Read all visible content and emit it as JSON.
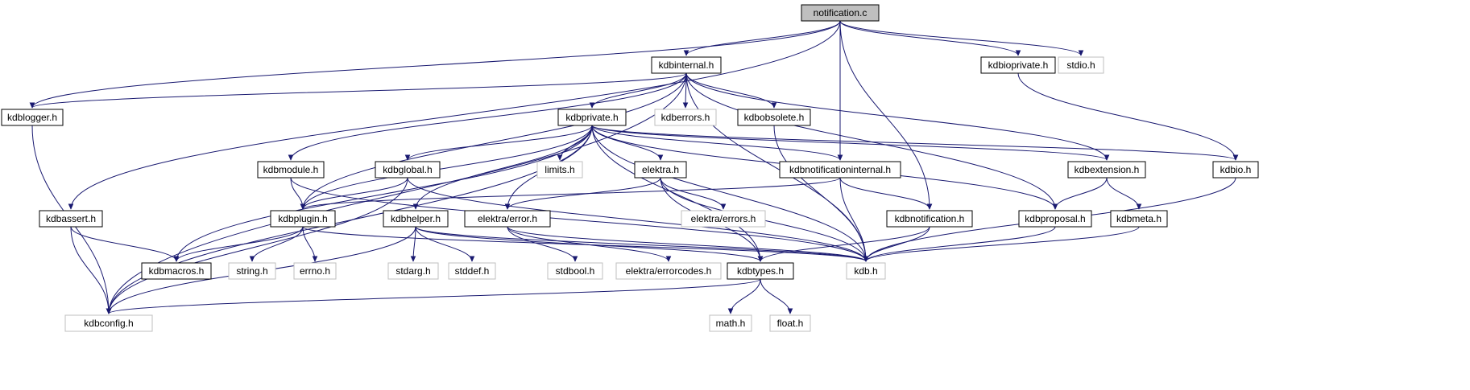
{
  "graph": {
    "title": "notification.c",
    "edge_color": "#191970",
    "nodes": [
      {
        "id": "notification_c",
        "label": "notification.c",
        "style": "root"
      },
      {
        "id": "kdbinternal_h",
        "label": "kdbinternal.h",
        "style": "doc"
      },
      {
        "id": "kdbioprivate_h",
        "label": "kdbioprivate.h",
        "style": "doc"
      },
      {
        "id": "stdio_h",
        "label": "stdio.h",
        "style": "sys"
      },
      {
        "id": "kdblogger_h",
        "label": "kdblogger.h",
        "style": "doc"
      },
      {
        "id": "kdberrors_h",
        "label": "kdberrors.h",
        "style": "sys"
      },
      {
        "id": "kdbobsolete_h",
        "label": "kdbobsolete.h",
        "style": "doc"
      },
      {
        "id": "kdbprivate_h",
        "label": "kdbprivate.h",
        "style": "doc"
      },
      {
        "id": "kdbmodule_h",
        "label": "kdbmodule.h",
        "style": "doc"
      },
      {
        "id": "kdbglobal_h",
        "label": "kdbglobal.h",
        "style": "doc"
      },
      {
        "id": "limits_h",
        "label": "limits.h",
        "style": "sys"
      },
      {
        "id": "elektra_h",
        "label": "elektra.h",
        "style": "doc"
      },
      {
        "id": "kdbnotificationinternal_h",
        "label": "kdbnotificationinternal.h",
        "style": "doc"
      },
      {
        "id": "kdbextension_h",
        "label": "kdbextension.h",
        "style": "doc"
      },
      {
        "id": "kdbio_h",
        "label": "kdbio.h",
        "style": "doc"
      },
      {
        "id": "kdbassert_h",
        "label": "kdbassert.h",
        "style": "doc"
      },
      {
        "id": "kdbplugin_h",
        "label": "kdbplugin.h",
        "style": "doc"
      },
      {
        "id": "kdbhelper_h",
        "label": "kdbhelper.h",
        "style": "doc"
      },
      {
        "id": "elektra_error_h",
        "label": "elektra/error.h",
        "style": "doc"
      },
      {
        "id": "elektra_errors_h",
        "label": "elektra/errors.h",
        "style": "sys"
      },
      {
        "id": "kdbnotification_h",
        "label": "kdbnotification.h",
        "style": "doc"
      },
      {
        "id": "kdbproposal_h",
        "label": "kdbproposal.h",
        "style": "doc"
      },
      {
        "id": "kdbmeta_h",
        "label": "kdbmeta.h",
        "style": "doc"
      },
      {
        "id": "kdbmacros_h",
        "label": "kdbmacros.h",
        "style": "doc"
      },
      {
        "id": "string_h",
        "label": "string.h",
        "style": "sys"
      },
      {
        "id": "errno_h",
        "label": "errno.h",
        "style": "sys"
      },
      {
        "id": "stdarg_h",
        "label": "stdarg.h",
        "style": "sys"
      },
      {
        "id": "stddef_h",
        "label": "stddef.h",
        "style": "sys"
      },
      {
        "id": "stdbool_h",
        "label": "stdbool.h",
        "style": "sys"
      },
      {
        "id": "elektra_errorcodes_h",
        "label": "elektra/errorcodes.h",
        "style": "sys"
      },
      {
        "id": "kdbtypes_h",
        "label": "kdbtypes.h",
        "style": "doc"
      },
      {
        "id": "kdb_h",
        "label": "kdb.h",
        "style": "sys"
      },
      {
        "id": "kdbconfig_h",
        "label": "kdbconfig.h",
        "style": "sys"
      },
      {
        "id": "math_h",
        "label": "math.h",
        "style": "sys"
      },
      {
        "id": "float_h",
        "label": "float.h",
        "style": "sys"
      }
    ],
    "styles": {
      "root": {
        "fill": "#bfbfbf",
        "stroke": "#000000",
        "text": "#000000"
      },
      "doc": {
        "fill": "#ffffff",
        "stroke": "#000000",
        "text": "#000000"
      },
      "sys": {
        "fill": "#ffffff",
        "stroke": "#bfbfbf",
        "text": "#000000"
      }
    },
    "edges": [
      [
        "notification_c",
        "kdbinternal_h"
      ],
      [
        "notification_c",
        "kdbioprivate_h"
      ],
      [
        "notification_c",
        "stdio_h"
      ],
      [
        "notification_c",
        "kdblogger_h"
      ],
      [
        "notification_c",
        "kdbassert_h"
      ],
      [
        "notification_c",
        "kdbnotificationinternal_h"
      ],
      [
        "notification_c",
        "kdbnotification_h"
      ],
      [
        "kdbinternal_h",
        "kdblogger_h"
      ],
      [
        "kdbinternal_h",
        "kdberrors_h"
      ],
      [
        "kdbinternal_h",
        "kdbobsolete_h"
      ],
      [
        "kdbinternal_h",
        "kdbprivate_h"
      ],
      [
        "kdbinternal_h",
        "kdbmodule_h"
      ],
      [
        "kdbinternal_h",
        "kdbplugin_h"
      ],
      [
        "kdbinternal_h",
        "kdbconfig_h"
      ],
      [
        "kdbinternal_h",
        "kdbextension_h"
      ],
      [
        "kdbinternal_h",
        "kdbproposal_h"
      ],
      [
        "kdbinternal_h",
        "kdb_h"
      ],
      [
        "kdbioprivate_h",
        "kdbio_h"
      ],
      [
        "kdblogger_h",
        "kdbconfig_h"
      ],
      [
        "kdbobsolete_h",
        "kdb_h"
      ],
      [
        "kdbprivate_h",
        "kdbmacros_h"
      ],
      [
        "kdbprivate_h",
        "kdbconfig_h"
      ],
      [
        "kdbprivate_h",
        "kdbplugin_h"
      ],
      [
        "kdbprivate_h",
        "kdbglobal_h"
      ],
      [
        "kdbprivate_h",
        "kdbhelper_h"
      ],
      [
        "kdbprivate_h",
        "limits_h"
      ],
      [
        "kdbprivate_h",
        "elektra_error_h"
      ],
      [
        "kdbprivate_h",
        "elektra_h"
      ],
      [
        "kdbprivate_h",
        "kdbtypes_h"
      ],
      [
        "kdbprivate_h",
        "kdb_h"
      ],
      [
        "kdbprivate_h",
        "kdbnotificationinternal_h"
      ],
      [
        "kdbprivate_h",
        "kdbproposal_h"
      ],
      [
        "kdbprivate_h",
        "kdbextension_h"
      ],
      [
        "kdbprivate_h",
        "kdbio_h"
      ],
      [
        "kdbmodule_h",
        "kdbplugin_h"
      ],
      [
        "kdbmodule_h",
        "kdb_h"
      ],
      [
        "kdbglobal_h",
        "kdbplugin_h"
      ],
      [
        "kdbglobal_h",
        "kdbconfig_h"
      ],
      [
        "kdbglobal_h",
        "kdb_h"
      ],
      [
        "elektra_h",
        "elektra_error_h"
      ],
      [
        "elektra_h",
        "elektra_errors_h"
      ],
      [
        "elektra_h",
        "kdbtypes_h"
      ],
      [
        "elektra_h",
        "kdb_h"
      ],
      [
        "kdbnotificationinternal_h",
        "kdbplugin_h"
      ],
      [
        "kdbnotificationinternal_h",
        "kdbnotification_h"
      ],
      [
        "kdbnotificationinternal_h",
        "kdb_h"
      ],
      [
        "kdbextension_h",
        "kdbproposal_h"
      ],
      [
        "kdbextension_h",
        "kdbmeta_h"
      ],
      [
        "kdbio_h",
        "kdb_h"
      ],
      [
        "kdbassert_h",
        "kdbmacros_h"
      ],
      [
        "kdbassert_h",
        "kdbconfig_h"
      ],
      [
        "kdbplugin_h",
        "kdbmacros_h"
      ],
      [
        "kdbplugin_h",
        "string_h"
      ],
      [
        "kdbplugin_h",
        "errno_h"
      ],
      [
        "kdbplugin_h",
        "kdb_h"
      ],
      [
        "kdbhelper_h",
        "stdarg_h"
      ],
      [
        "kdbhelper_h",
        "stddef_h"
      ],
      [
        "kdbhelper_h",
        "kdbtypes_h"
      ],
      [
        "kdbhelper_h",
        "kdbconfig_h"
      ],
      [
        "kdbhelper_h",
        "kdb_h"
      ],
      [
        "elektra_error_h",
        "stdbool_h"
      ],
      [
        "elektra_error_h",
        "elektra_errorcodes_h"
      ],
      [
        "elektra_error_h",
        "kdb_h"
      ],
      [
        "kdbnotification_h",
        "kdbtypes_h"
      ],
      [
        "kdbnotification_h",
        "kdb_h"
      ],
      [
        "kdbproposal_h",
        "kdb_h"
      ],
      [
        "kdbmeta_h",
        "kdb_h"
      ],
      [
        "kdbtypes_h",
        "kdbconfig_h"
      ],
      [
        "kdbtypes_h",
        "math_h"
      ],
      [
        "kdbtypes_h",
        "float_h"
      ]
    ]
  }
}
